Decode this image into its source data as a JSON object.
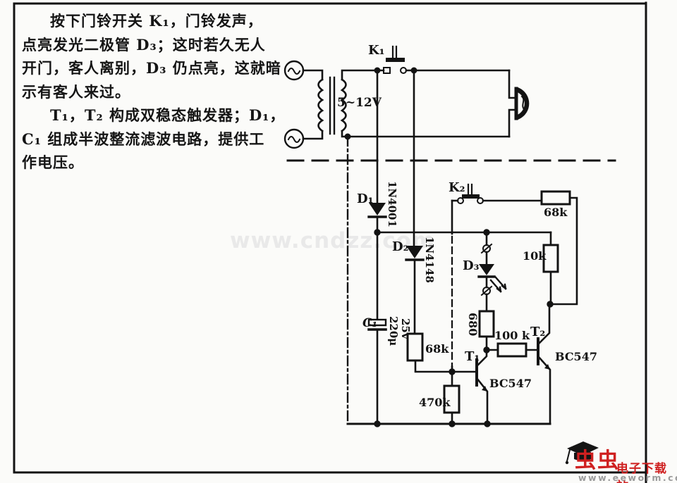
{
  "description": {
    "lines": [
      "按下门铃开关 K₁，门铃发声，",
      "点亮发光二极管 D₃；这时若久无人",
      "开门，客人离别，D₃ 仍点亮，这就暗",
      "示有客人来过。",
      "T₁，T₂ 构成双稳态触发器；D₁，",
      "C₁ 组成半波整流滤波电路，提供工",
      "作电压。"
    ]
  },
  "watermark": "www.cndzz.com",
  "circuit": {
    "supply_label": "5~12V",
    "switches": {
      "k1": "K₁",
      "k2": "K₂"
    },
    "diodes": {
      "d1": {
        "ref": "D₁",
        "part": "1N4001"
      },
      "d2": {
        "ref": "D₂",
        "part": "1N4148"
      },
      "d3": {
        "ref": "D₃"
      }
    },
    "capacitor": {
      "ref": "C₁",
      "value": "220μ",
      "voltage": "25v"
    },
    "resistors": {
      "top_68k": "68k",
      "r10k": "10k",
      "r680": "680",
      "r100k": "100 k",
      "mid_68k": "68k",
      "r470k": "470k"
    },
    "transistors": {
      "t1": {
        "ref": "T₁",
        "part": "BC547"
      },
      "t2": {
        "ref": "T₂",
        "part": "BC547"
      }
    }
  },
  "footer_logo": {
    "site_name": "虫虫",
    "site_desc": "电子下载站",
    "site_url": "www.eeworm.com"
  },
  "colors": {
    "ink": "#131313",
    "brand_red": "#cf2020",
    "watermark_gray": "#e9e9e9",
    "url_gray": "#9b9b9b"
  }
}
